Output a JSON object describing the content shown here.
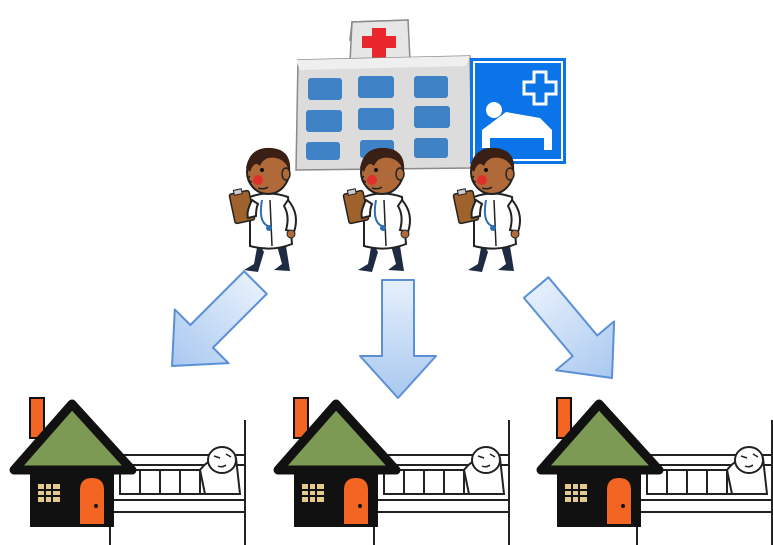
{
  "scene": {
    "hospital": {
      "icon": "hospital-building-icon",
      "cross_color": "#e8262b",
      "window_color": "#3f82c6",
      "wall_color": "#d9d9d9"
    },
    "hospital_sign": {
      "icon": "hospital-bed-sign-icon",
      "color": "#0a74e8"
    },
    "doctors": [
      {
        "icon": "doctor-with-clipboard-icon"
      },
      {
        "icon": "doctor-with-clipboard-icon"
      },
      {
        "icon": "doctor-with-clipboard-icon"
      }
    ],
    "arrows": [
      {
        "direction": "down-left",
        "icon": "arrow-icon"
      },
      {
        "direction": "down",
        "icon": "arrow-icon"
      },
      {
        "direction": "down-right",
        "icon": "arrow-icon"
      }
    ],
    "homes": [
      {
        "icon": "house-icon",
        "with": "patient-in-bed-icon"
      },
      {
        "icon": "house-icon",
        "with": "patient-in-bed-icon"
      },
      {
        "icon": "house-icon",
        "with": "patient-in-bed-icon"
      }
    ],
    "colors": {
      "roof": "#7c9a54",
      "door": "#f26522",
      "window": "#e5c98a",
      "arrow_fill": "#c6dcf7",
      "arrow_stroke": "#5b8fd6",
      "skin": "#b06a3a",
      "hair": "#3a1f14",
      "coat": "#ffffff",
      "pants": "#1f2a44"
    }
  }
}
